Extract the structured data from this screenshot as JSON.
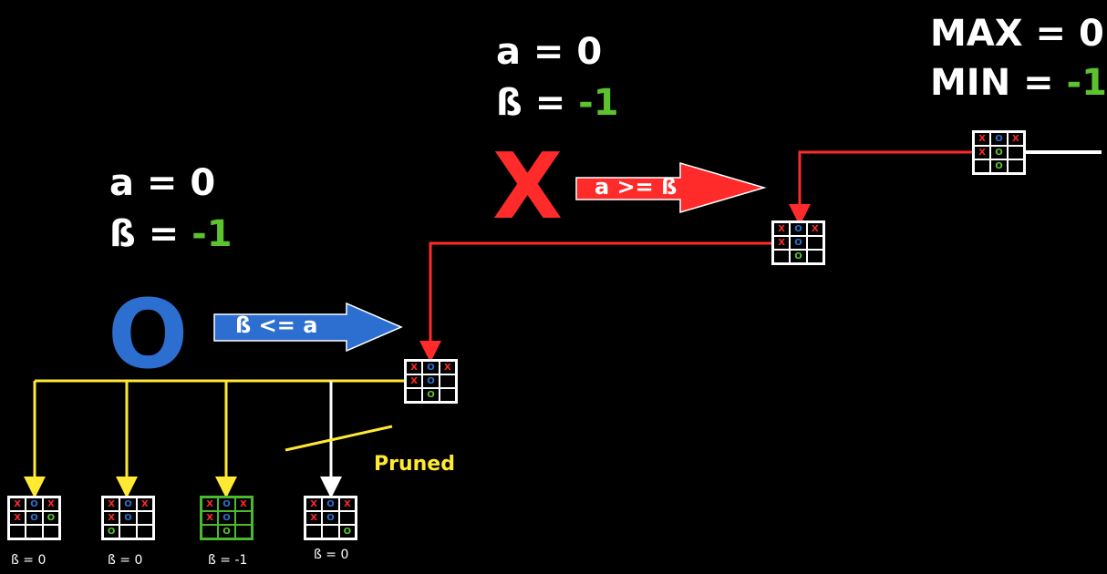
{
  "top_right": {
    "max_label": "MAX = 0",
    "min_prefix": "MIN = ",
    "min_value": "-1"
  },
  "mid_top": {
    "alpha": "a = 0",
    "beta_prefix": "ß = ",
    "beta_value": "-1"
  },
  "left": {
    "alpha": "a = 0",
    "beta_prefix": "ß = ",
    "beta_value": "-1"
  },
  "x_marker": "X",
  "o_marker": "O",
  "red_arrow_label": "a >= ß",
  "blue_arrow_label": "ß <= a",
  "pruned_label": "Pruned",
  "colors": {
    "red": "#ff2a2a",
    "blue": "#2d6fd0",
    "green": "#5cc22e",
    "yellow": "#ffe933",
    "white": "#ffffff"
  },
  "boards": [
    {
      "id": "root",
      "cells": [
        "X",
        "O",
        "X",
        "X",
        "O",
        "",
        "",
        "O",
        ""
      ],
      "colors": [
        "x",
        "o",
        "x",
        "x",
        "g",
        "",
        "",
        "g",
        ""
      ]
    },
    {
      "id": "level1",
      "cells": [
        "X",
        "O",
        "X",
        "X",
        "O",
        "",
        "",
        "O",
        ""
      ],
      "colors": [
        "x",
        "o",
        "x",
        "x",
        "o",
        "",
        "",
        "g",
        ""
      ]
    },
    {
      "id": "level2",
      "cells": [
        "X",
        "O",
        "X",
        "X",
        "O",
        "",
        "",
        "O",
        ""
      ],
      "colors": [
        "x",
        "o",
        "x",
        "x",
        "o",
        "",
        "",
        "g",
        ""
      ]
    },
    {
      "id": "leaf1",
      "cells": [
        "X",
        "O",
        "X",
        "X",
        "O",
        "O",
        "",
        "",
        ""
      ],
      "colors": [
        "x",
        "o",
        "x",
        "x",
        "o",
        "g",
        "",
        "",
        ""
      ]
    },
    {
      "id": "leaf2",
      "cells": [
        "X",
        "O",
        "X",
        "X",
        "O",
        "",
        "O",
        "",
        ""
      ],
      "colors": [
        "x",
        "o",
        "x",
        "x",
        "o",
        "",
        "g",
        "",
        ""
      ]
    },
    {
      "id": "leaf3",
      "cells": [
        "X",
        "O",
        "X",
        "X",
        "O",
        "",
        "",
        "O",
        ""
      ],
      "colors": [
        "x",
        "o",
        "x",
        "x",
        "o",
        "",
        "",
        "g",
        ""
      ]
    },
    {
      "id": "leaf4",
      "cells": [
        "X",
        "O",
        "X",
        "X",
        "O",
        "",
        "",
        "",
        "O"
      ],
      "colors": [
        "x",
        "o",
        "x",
        "x",
        "o",
        "",
        "",
        "",
        "g"
      ]
    }
  ],
  "leaf_values": [
    "ß = 0",
    "ß = 0",
    "ß = -1",
    "ß = 0"
  ]
}
